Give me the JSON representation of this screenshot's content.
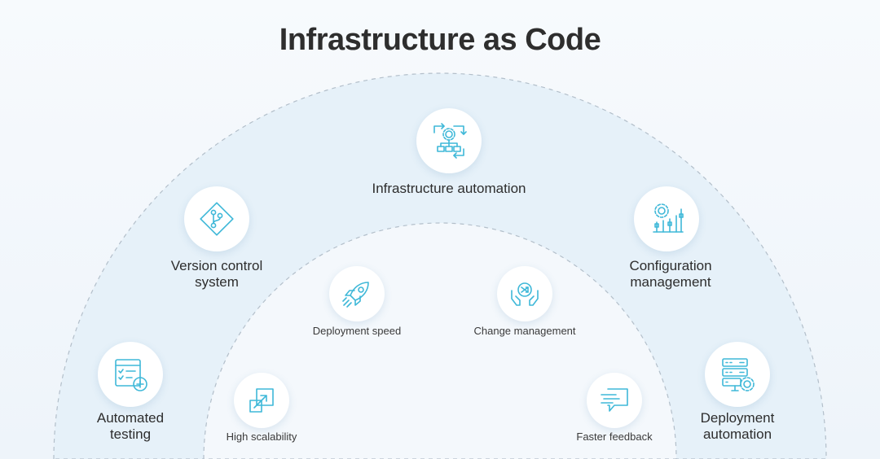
{
  "title": "Infrastructure as Code",
  "outer_ring": {
    "infrastructure_automation": "Infrastructure automation",
    "version_control_line1": "Version control",
    "version_control_line2": "system",
    "configuration_line1": "Configuration",
    "configuration_line2": "management",
    "automated_testing_line1": "Automated",
    "automated_testing_line2": "testing",
    "deployment_automation_line1": "Deployment",
    "deployment_automation_line2": "automation"
  },
  "inner_ring": {
    "deployment_speed": "Deployment speed",
    "change_management": "Change management",
    "high_scalability": "High scalability",
    "faster_feedback": "Faster feedback"
  },
  "colors": {
    "accent": "#3fb8d8",
    "outer_fill": "#e6f1f9",
    "inner_fill": "#f4f8fc",
    "dash": "#b3bfca"
  },
  "icons": {
    "infrastructure_automation": "gear-flowchart-icon",
    "version_control": "git-branch-icon",
    "configuration": "gear-sliders-icon",
    "automated_testing": "checklist-plus-icon",
    "deployment_automation": "server-gear-icon",
    "deployment_speed": "rocket-icon",
    "change_management": "hands-shuffle-icon",
    "high_scalability": "scale-up-icon",
    "faster_feedback": "speech-bubble-icon"
  }
}
